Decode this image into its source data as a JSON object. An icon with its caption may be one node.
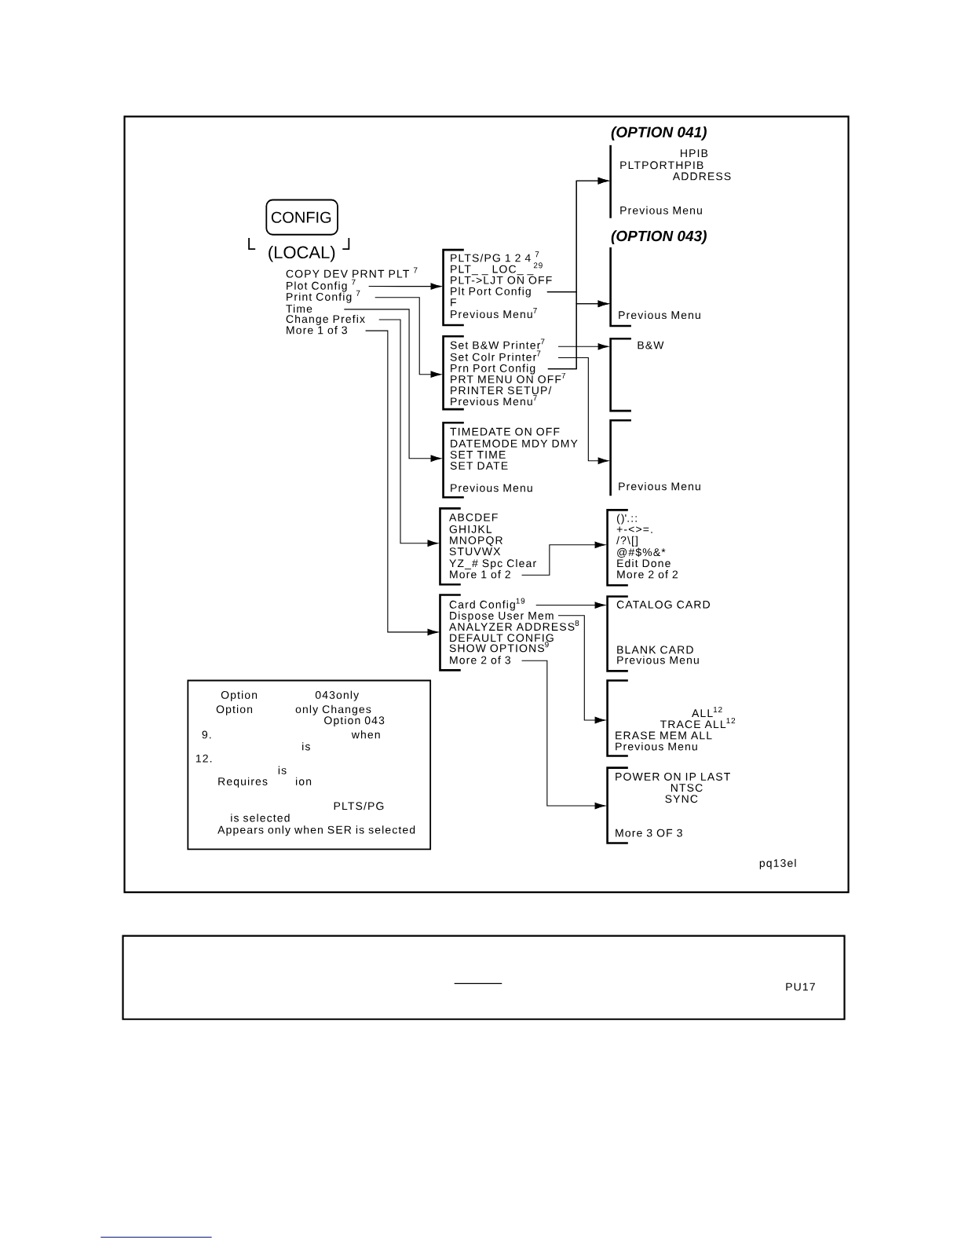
{
  "diagram": {
    "nodes": [
      {
        "text": [
          "CONFIG"
        ],
        "beside": [
          "(LOCAL)"
        ]
      },
      {
        "text": [
          "COPY DEV PRNT PLT $^{7}$",
          "Plot Config $^{7}$",
          "Print Config $^{7}$",
          "Time",
          "Change Prefix",
          "More 1 of 3"
        ]
      },
      {
        "text": [
          "PLTS/PG 1 2 4 $^{7}$",
          "PLT_ _ LOC_ _$^{29}$",
          "PLT->LJT ON OFF",
          "Plt Port Config",
          "F",
          "Previous Menu$^{7}$"
        ]
      },
      {
        "text": [
          "Set B&W Printer$^{7}$",
          "Set Colr Printer$^{7}$",
          "Prn Port Config",
          "PRT MENU ON OFF$^{7}$",
          "PRINTER SETUP/",
          "Previous Menu$^{7}$"
        ]
      },
      {
        "text": [
          "TIMEDATE ON OFF",
          "DATEMODE MDY DMY",
          "SET TIME",
          "SET DATE",
          "Previous Menu"
        ]
      },
      {
        "text": [
          "ABCDEF",
          "GHIJKL",
          "MNOPQR",
          "STUVWX",
          "YZ_# Spc Clear",
          "More 1 of 2"
        ]
      },
      {
        "text": [
          "Card Config$^{19}$",
          "Dispose User Mem",
          "ANALYZER ADDRESS$^{8}$",
          "DEFAULT CONFIG",
          "SHOW OPTIONS$^{9}$",
          "More 2 of 3"
        ]
      },
      {
        "text": [
          "(OPTION 041)",
          "HPIB",
          "PLTPORTHPIB",
          "ADDRESS",
          "Previous Menu"
        ]
      },
      {
        "text": [
          "(OPTION 043)",
          "Previous Menu"
        ]
      },
      {
        "text": [
          "B&W"
        ]
      },
      {
        "text": [
          "Previous Menu"
        ]
      },
      {
        "text": [
          "()'.::",
          "+-<>=.",
          "/?\\[]",
          "@#$%&*",
          "Edit Done",
          "More 2 of 2"
        ]
      },
      {
        "text": [
          "CATALOG CARD",
          "BLANK CARD",
          "Previous Menu"
        ]
      },
      {
        "text": [
          "ALL$^{12}$",
          "TRACE ALL$^{12}$",
          "ERASE MEM ALL",
          "Previous Menu"
        ]
      },
      {
        "text": [
          "POWER ON IP LAST",
          "NTSC",
          "SYNC",
          "More 3 OF 3"
        ]
      },
      {
        "text": [
          "Option",
          "043only",
          "Option",
          "only Changes",
          "Option 043",
          "9.",
          "when",
          "is",
          "12.",
          "is",
          "Requires",
          "ion",
          "PLTS/PG",
          "is selected",
          "Appears only when SER is selected"
        ]
      }
    ],
    "edges": [
      {
        "from": 1,
        "to": 2,
        "arrow": "to"
      },
      {
        "from": 1,
        "to": 3,
        "arrow": "to"
      },
      {
        "from": 1,
        "to": 4,
        "arrow": "to"
      },
      {
        "from": 1,
        "to": 5,
        "arrow": "to"
      },
      {
        "from": 1,
        "to": 6,
        "arrow": "to"
      },
      {
        "from": 2,
        "to": 7,
        "arrow": "to"
      },
      {
        "from": 2,
        "to": 8,
        "arrow": "to"
      },
      {
        "from": 3,
        "to": 7,
        "arrow": "to"
      },
      {
        "from": 3,
        "to": 8,
        "arrow": "to"
      },
      {
        "from": 3,
        "to": 9,
        "arrow": "to"
      },
      {
        "from": 3,
        "to": 10,
        "arrow": "to"
      },
      {
        "from": 5,
        "to": 11,
        "arrow": "to"
      },
      {
        "from": 6,
        "to": 12,
        "arrow": "to"
      },
      {
        "from": 6,
        "to": 13,
        "arrow": "to"
      },
      {
        "from": 6,
        "to": 14,
        "arrow": "to"
      }
    ],
    "labels": [
      "pq13el",
      "PU17"
    ]
  }
}
